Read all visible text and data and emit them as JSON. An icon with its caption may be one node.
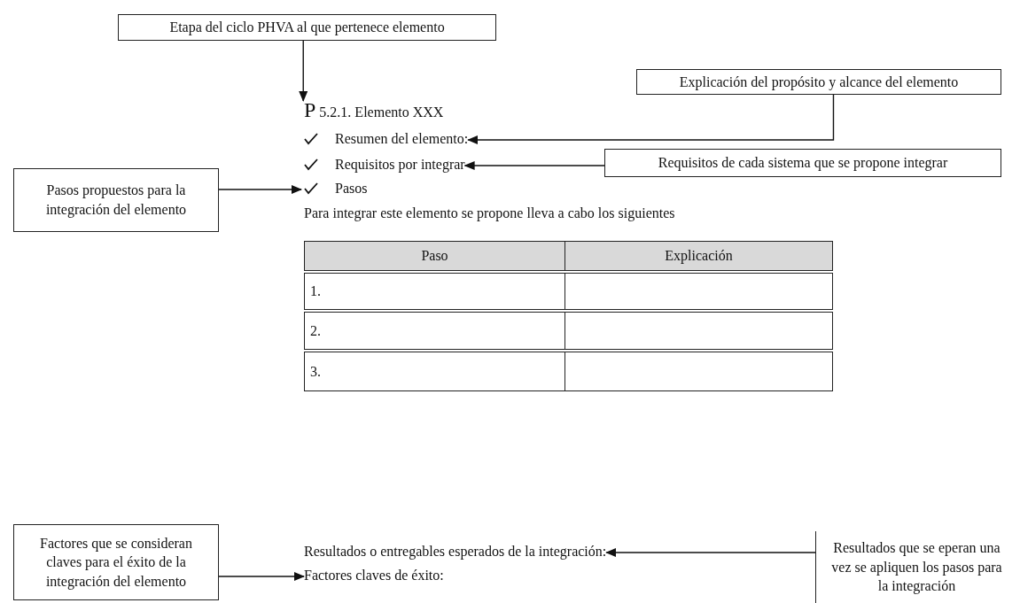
{
  "diagram": {
    "nodes": [
      {
        "text": [
          "Etapa del ciclo PHVA al que pertenece elemento"
        ]
      },
      {
        "text": [
          "Explicación del propósito y alcance del elemento"
        ]
      },
      {
        "text": [
          "**P** 5.2.1. Elemento XXX"
        ]
      },
      {
        "text": [
          "Resumen del elemento:"
        ]
      },
      {
        "text": [
          "Pasos propuestos para la integración del elemento"
        ]
      },
      {
        "text": [
          "Requisitos por integrar"
        ]
      },
      {
        "text": [
          "Requisitos de cada sistema que se propone integrar"
        ]
      },
      {
        "text": [
          "Pasos"
        ]
      },
      {
        "text": [
          "Factores que se consideran claves para el éxito de la integración del elemento"
        ]
      },
      {
        "text": [
          "Resultados o entregables esperados de la integración:"
        ]
      },
      {
        "text": [
          "Factores claves de éxito:"
        ]
      },
      {
        "text": [
          "Resultados que se eperan una vez se apliquen los pasos para la integración"
        ]
      }
    ],
    "edges": [
      {
        "from": 0,
        "to": 2,
        "arrow": "to"
      },
      {
        "from": 1,
        "to": 3,
        "arrow": "to"
      },
      {
        "from": 6,
        "to": 5,
        "arrow": "to"
      },
      {
        "from": 4,
        "to": 7,
        "arrow": "to"
      },
      {
        "from": 8,
        "to": 10,
        "arrow": "to"
      },
      {
        "from": 11,
        "to": 9,
        "arrow": "to"
      }
    ],
    "labels": [
      "Para integrar este elemento se propone lleva a cabo los siguientes",
      "Paso",
      "Explicación",
      "1.",
      "2.",
      "3."
    ]
  }
}
